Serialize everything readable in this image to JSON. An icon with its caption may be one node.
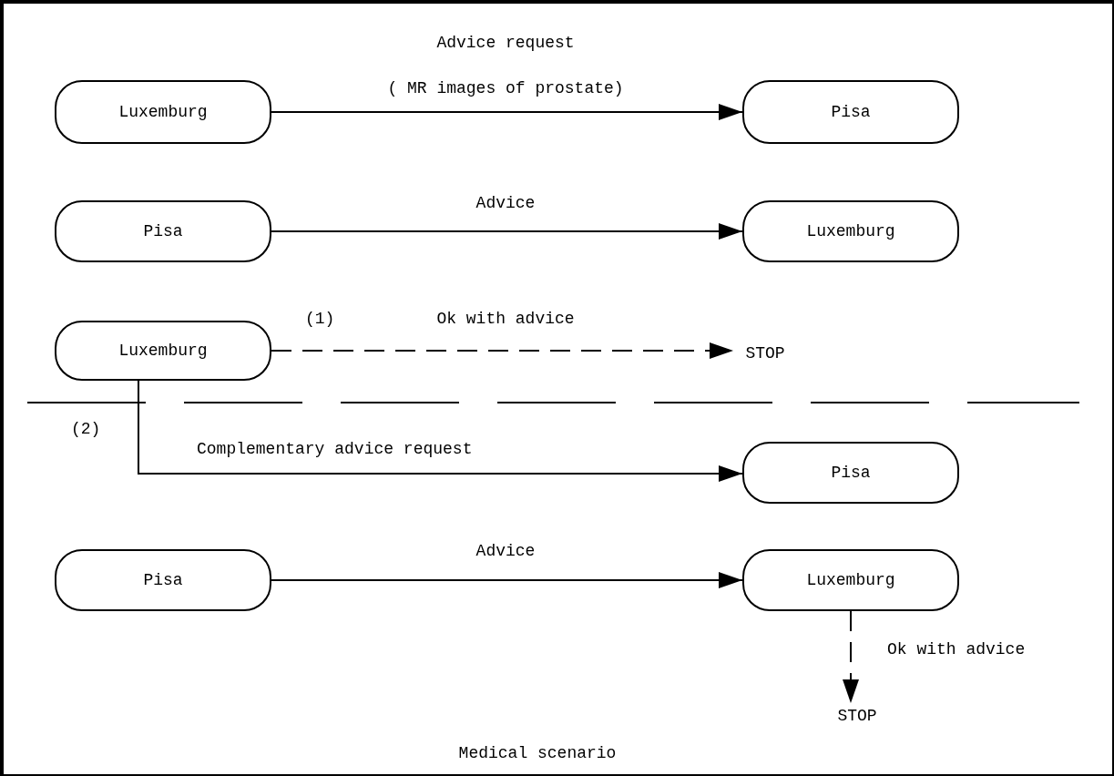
{
  "diagram": {
    "caption": "Medical scenario",
    "nodes": [
      {
        "text": [
          "Luxemburg"
        ]
      },
      {
        "text": [
          "Pisa"
        ]
      },
      {
        "text": [
          "Pisa"
        ]
      },
      {
        "text": [
          "Luxemburg"
        ]
      },
      {
        "text": [
          "Luxemburg"
        ]
      },
      {
        "text": [
          "STOP"
        ]
      },
      {
        "text": [
          "Pisa"
        ]
      },
      {
        "text": [
          "Pisa"
        ]
      },
      {
        "text": [
          "Luxemburg"
        ]
      },
      {
        "text": [
          "STOP"
        ]
      }
    ],
    "edges": [
      {
        "from": 0,
        "to": 1,
        "arrow": "to",
        "label": "( MR images of prostate)"
      },
      {
        "from": 2,
        "to": 3,
        "arrow": "to",
        "label": "Advice"
      },
      {
        "from": 4,
        "to": 5,
        "arrow": "to",
        "style": "dashed",
        "label": "Ok with advice"
      },
      {
        "from": 4,
        "to": 6,
        "arrow": "to",
        "label": "Complementary advice request"
      },
      {
        "from": 7,
        "to": 8,
        "arrow": "to",
        "label": "Advice"
      },
      {
        "from": 8,
        "to": 9,
        "arrow": "to",
        "style": "dashed",
        "label": "Ok with advice"
      }
    ],
    "labels": [
      "Advice request",
      "(1)",
      "(2)"
    ]
  }
}
